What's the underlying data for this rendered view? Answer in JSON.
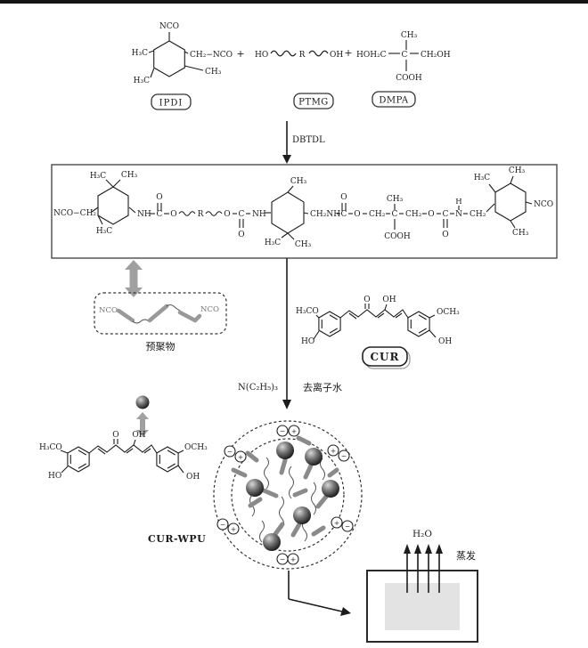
{
  "chem": {
    "nco": "NCO",
    "nco_ch2": "NCO−CH₂",
    "ch2_nco": "CH₂−NCO",
    "h3c": "H₃C",
    "ch3": "CH₃",
    "ch2": "CH₂",
    "ch2nh": "CH₂NH",
    "ch2oh": "CH₂OH",
    "hoh2c": "HOH₂C",
    "cooh": "COOH",
    "nh": "NH",
    "n": "N",
    "c": "C",
    "o": "O",
    "h": "H",
    "r": "R",
    "ho": "HO",
    "oh": "OH",
    "h3co": "H₃CO",
    "och3": "OCH₃",
    "plus": "+"
  },
  "labels": {
    "ipdi": "IPDI",
    "ptmg": "PTMG",
    "dmpa": "DMPA",
    "dbtdl": "DBTDL",
    "prepolymer": "预聚物",
    "cur": "CUR",
    "amine": "N(C₂H₅)₃",
    "water": "去离子水",
    "cur_wpu": "CUR-WPU",
    "h2o": "H₂O",
    "evaporation": "蒸发"
  },
  "ions": {
    "minus": "−",
    "plus": "+"
  },
  "colors": {
    "structure": "#1c1c1c",
    "gray_arrow": "#a0a0a0",
    "rod_gray": "#8a8a8a",
    "film_gray": "#e3e3e3",
    "top_bar": "#151515"
  }
}
